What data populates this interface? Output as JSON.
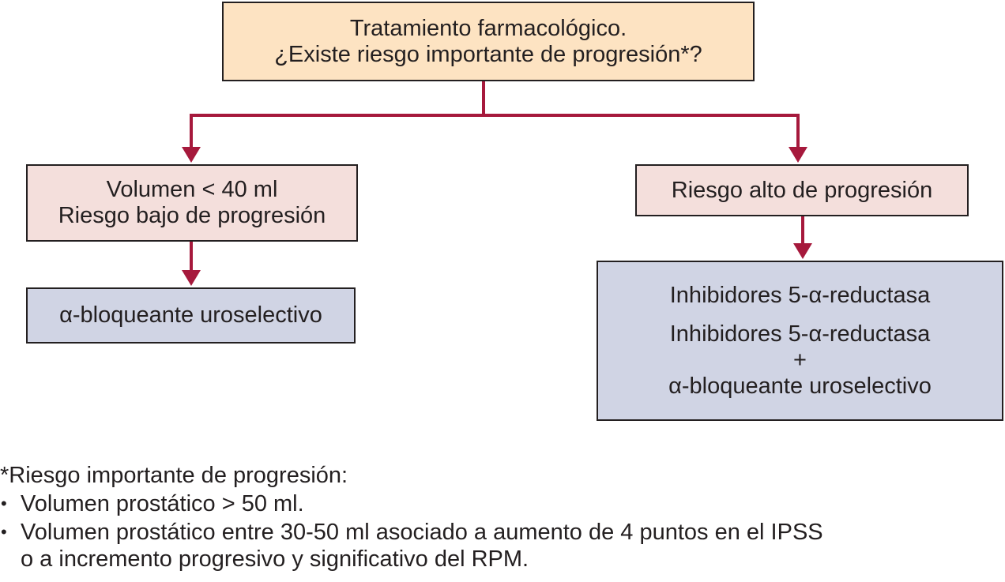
{
  "colors": {
    "connector": "#a6193c",
    "top_box_fill": "#fde3c2",
    "mid_box_fill": "#f4dfdc",
    "bottom_box_fill": "#d0d4e4",
    "border": "#231f20"
  },
  "top_box": {
    "line1": "Tratamiento farmacológico.",
    "line2": "¿Existe riesgo importante de progresión*?"
  },
  "left_branch": {
    "condition_line1": "Volumen < 40 ml",
    "condition_line2": "Riesgo bajo de progresión",
    "treatment": "α-bloqueante uroselectivo"
  },
  "right_branch": {
    "condition": "Riesgo alto de progresión",
    "option1": "Inhibidores 5-α-reductasa",
    "option2_line1": "Inhibidores 5-α-reductasa",
    "option2_plus": "+",
    "option2_line2": "α-bloqueante uroselectivo"
  },
  "footnote": {
    "heading": "*Riesgo importante de progresión:",
    "bullet_symbol": "•",
    "item1": "Volumen prostático > 50 ml.",
    "item2_line1": "Volumen prostático entre 30-50 ml asociado a aumento de 4 puntos en el IPSS",
    "item2_line2": "o a incremento progresivo y significativo del RPM."
  }
}
